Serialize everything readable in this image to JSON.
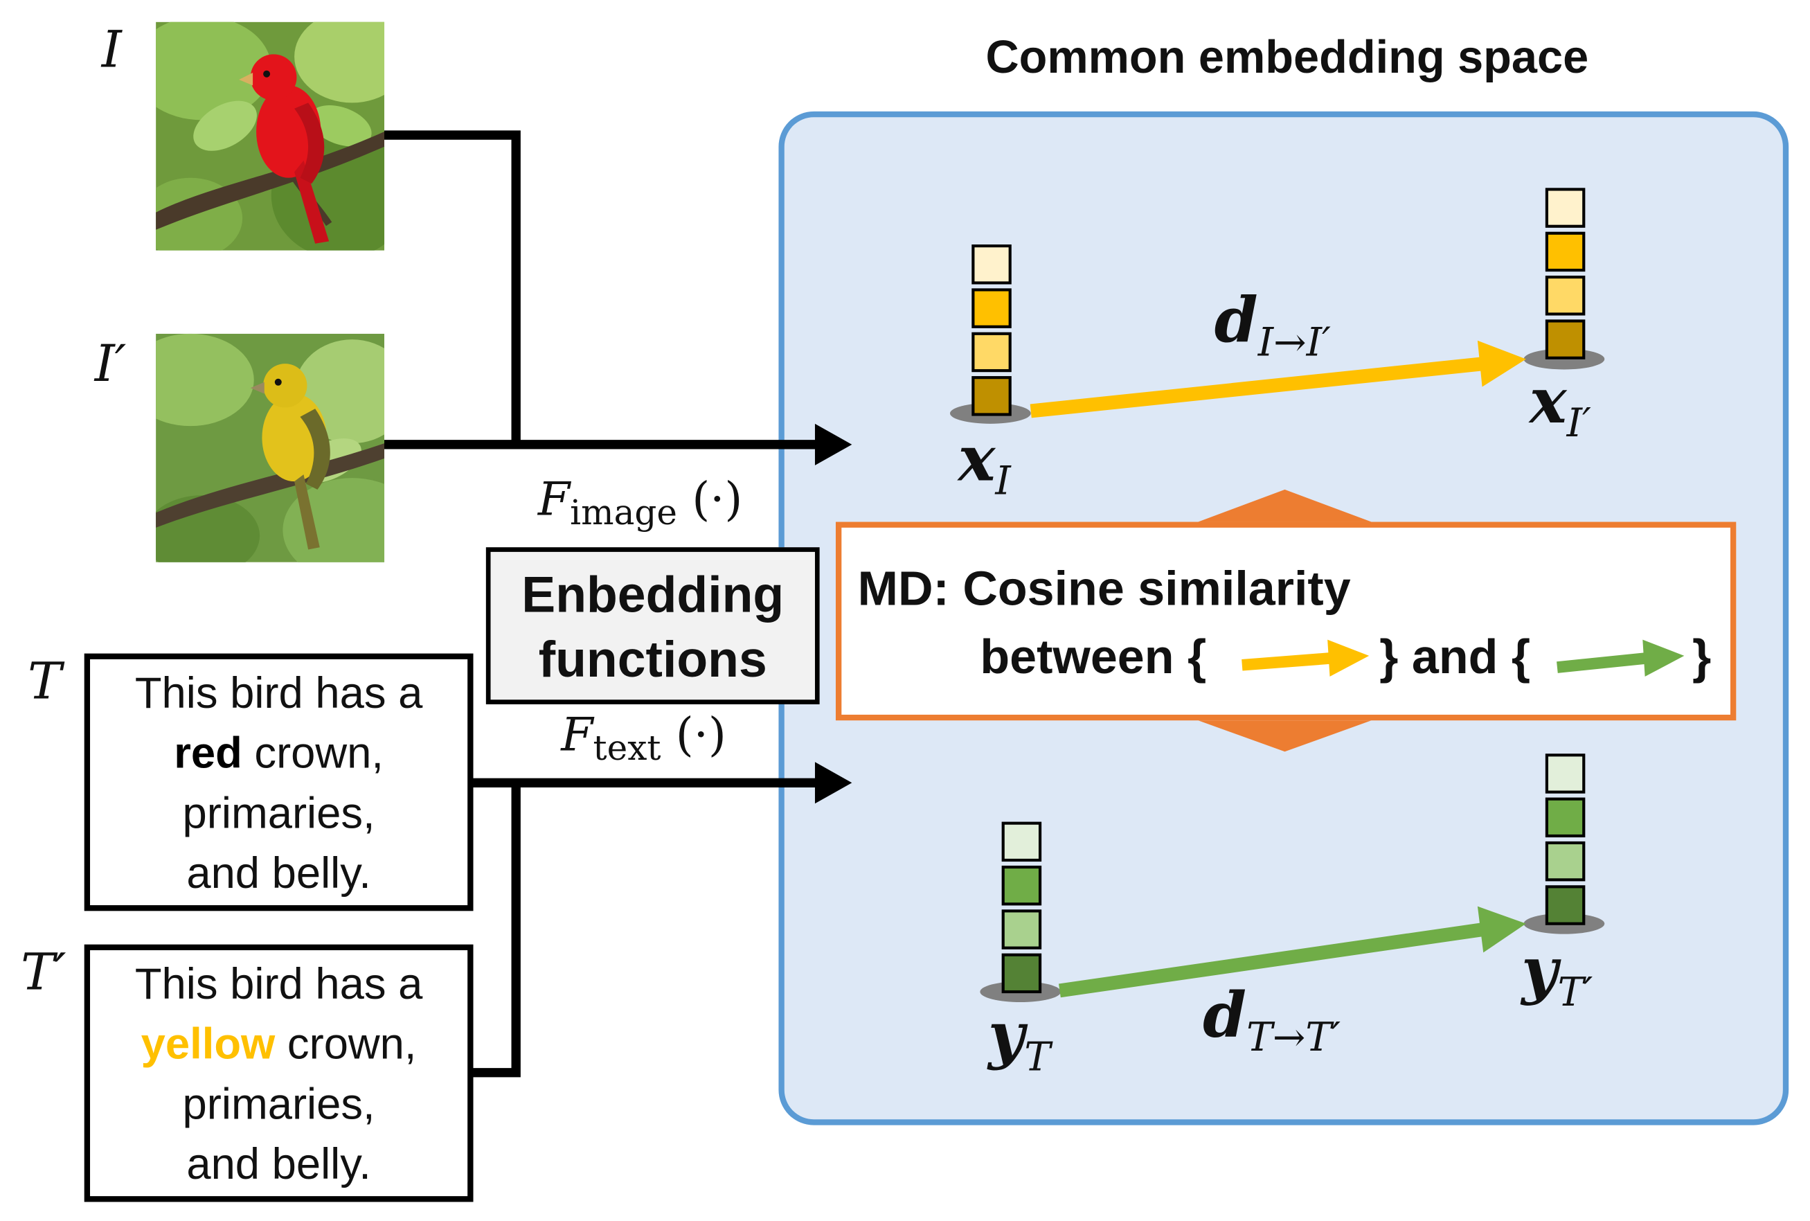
{
  "title": "Common embedding space",
  "images": {
    "image_i": {
      "label": "I",
      "bird": "red-tanager"
    },
    "image_i_prime": {
      "label": "I′",
      "bird": "yellow-tanager"
    }
  },
  "texts": {
    "text_t": {
      "label": "T",
      "line1": "This bird has a",
      "line2_highlight": "red",
      "line2_rest": " crown,",
      "line3": "primaries,",
      "line4": "and belly.",
      "highlight_color": "#000000"
    },
    "text_t_prime": {
      "label": "T′",
      "line1": "This bird has a",
      "line2_highlight": "yellow",
      "line2_rest": " crown,",
      "line3": "primaries,",
      "line4": "and belly.",
      "highlight_color": "#ffc000"
    }
  },
  "embedding_functions": {
    "line1": "Enbedding",
    "line2": "functions",
    "image_fn": {
      "name": "F",
      "sub": "image",
      "arg": "(·)"
    },
    "text_fn": {
      "name": "F",
      "sub": "text",
      "arg": "(·)"
    }
  },
  "md_box": {
    "line1": "MD: Cosine similarity",
    "line2_prefix": "between {",
    "line2_mid": "} and {",
    "line2_suffix": "}"
  },
  "vectors": {
    "x_i": {
      "symbol": "x",
      "sub": "I"
    },
    "x_i_prime": {
      "symbol": "x",
      "sub": "I′"
    },
    "y_t": {
      "symbol": "y",
      "sub": "T"
    },
    "y_t_prime": {
      "symbol": "y",
      "sub": "T′"
    }
  },
  "differences": {
    "d_image": {
      "symbol": "d",
      "sub": "I→I′"
    },
    "d_text": {
      "symbol": "d",
      "sub": "T→T′"
    }
  },
  "colors": {
    "panel_fill": "#dde8f6",
    "panel_border": "#5b9bd5",
    "md_border": "#ed7d31",
    "image_arrow": "#ffc000",
    "text_arrow": "#70ad47",
    "image_cells": [
      "#fff2cc",
      "#ffc000",
      "#ffd966",
      "#bf9000"
    ],
    "text_cells": [
      "#e2efda",
      "#70ad47",
      "#a9d18e",
      "#548235"
    ]
  }
}
